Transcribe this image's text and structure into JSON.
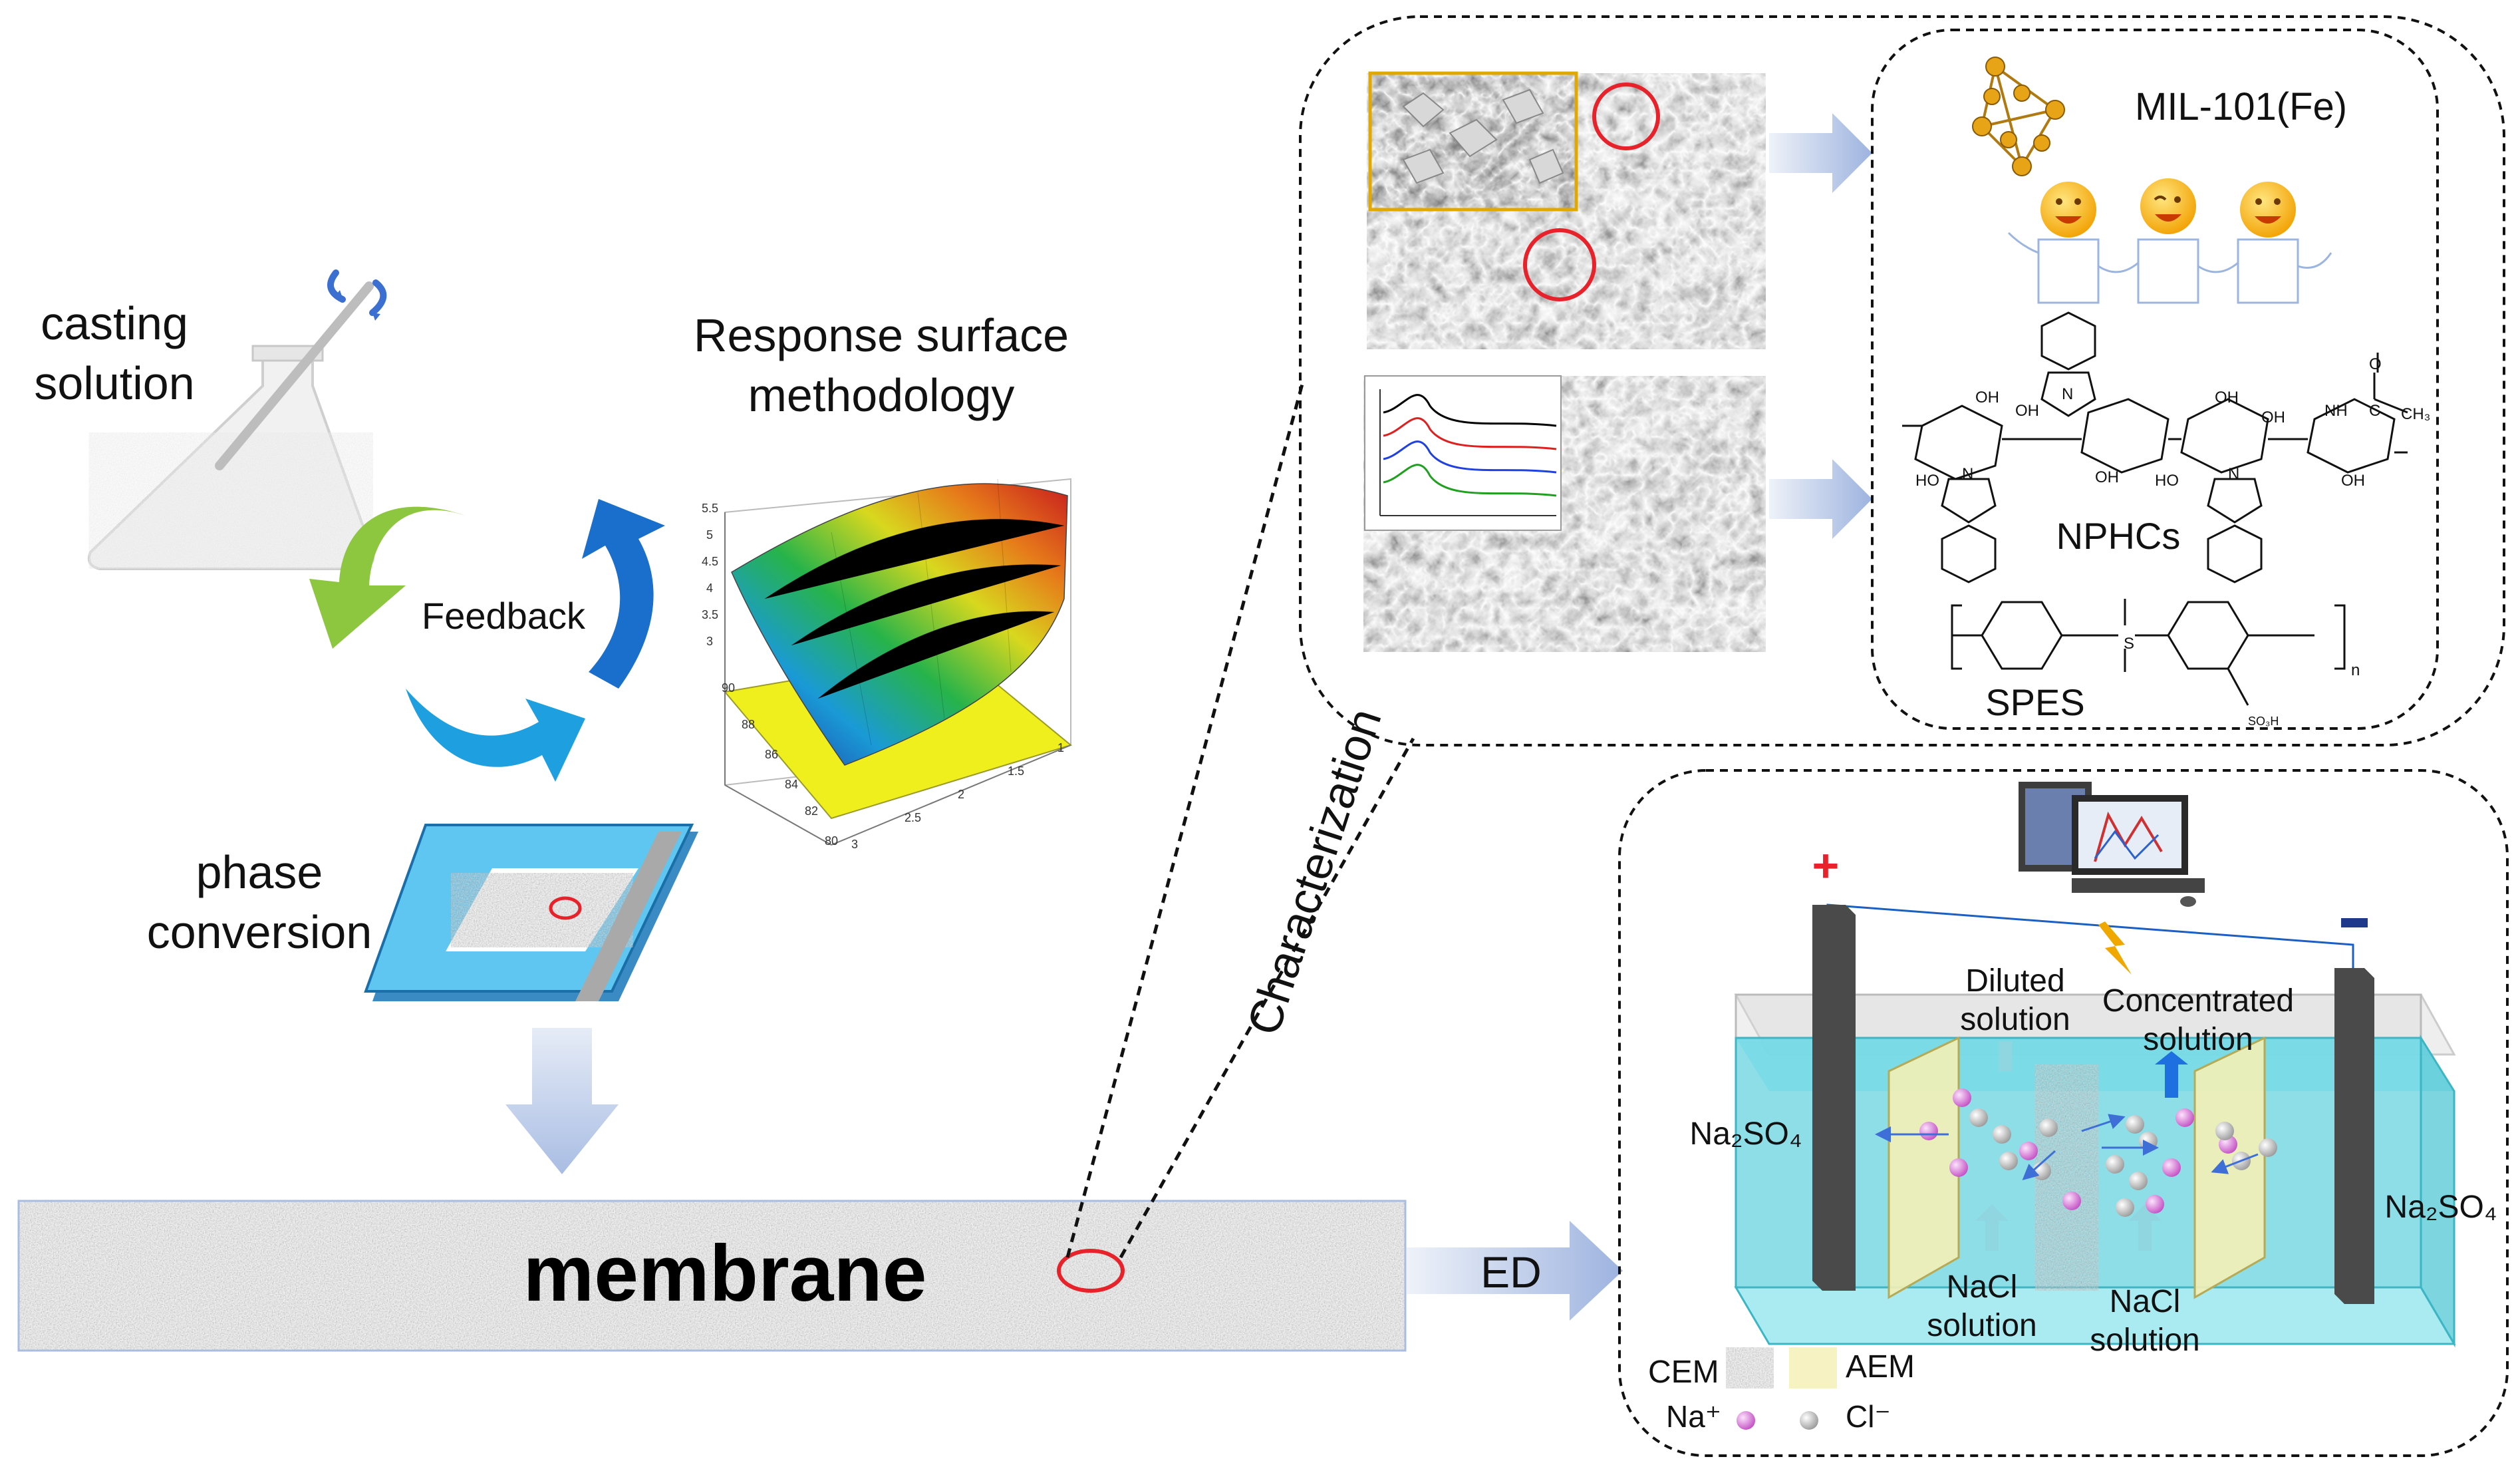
{
  "labels": {
    "casting_line1": "casting",
    "casting_line2": "solution",
    "rsm_line1": "Response surface",
    "rsm_line2": "methodology",
    "feedback": "Feedback",
    "phase_line1": "phase",
    "phase_line2": "conversion",
    "membrane": "membrane",
    "ed": "ED",
    "characterization": "Characterization",
    "mil": "MIL-101(Fe)",
    "nphcs": "NPHCs",
    "spes": "SPES",
    "diluted_line1": "Diluted",
    "diluted_line2": "solution",
    "conc_line1": "Concentrated",
    "conc_line2": "solution",
    "na2so4_left": "Na₂SO₄",
    "na2so4_right": "Na₂SO₄",
    "nacl1_line1": "NaCl",
    "nacl1_line2": "solution",
    "nacl2_line1": "NaCl",
    "nacl2_line2": "solution",
    "cem": "CEM",
    "aem": "AEM",
    "na_ion": "Na⁺",
    "cl_ion": "Cl⁻"
  },
  "chem": {
    "oh1": "OH",
    "oh2": "OH",
    "oh3": "OH",
    "oh4": "OH",
    "oh5": "OH",
    "oh6": "OH",
    "ho1": "HO",
    "ho2": "HO",
    "nh": "NH",
    "c": "C",
    "ch3": "CH₃",
    "o_ketone": "O",
    "n1": "N",
    "n2": "N",
    "n3": "N",
    "so3h": "SO₃H",
    "n_sub": "n",
    "s": "S"
  },
  "plot_ticks": {
    "z": [
      "5.5",
      "5",
      "4.5",
      "4",
      "3.5",
      "3"
    ],
    "y": [
      "90",
      "88",
      "86",
      "84",
      "82",
      "80"
    ],
    "x": [
      "1",
      "1.5",
      "2",
      "2.5",
      "3"
    ]
  },
  "colors": {
    "membrane_blue": "#4fc3f7",
    "arrow_green": "#8dc63f",
    "arrow_blue": "#1e88e5",
    "tank_cyan": "#6dd8e6",
    "na_ion": "#d86ad8",
    "highlight_red": "#e8222a"
  }
}
